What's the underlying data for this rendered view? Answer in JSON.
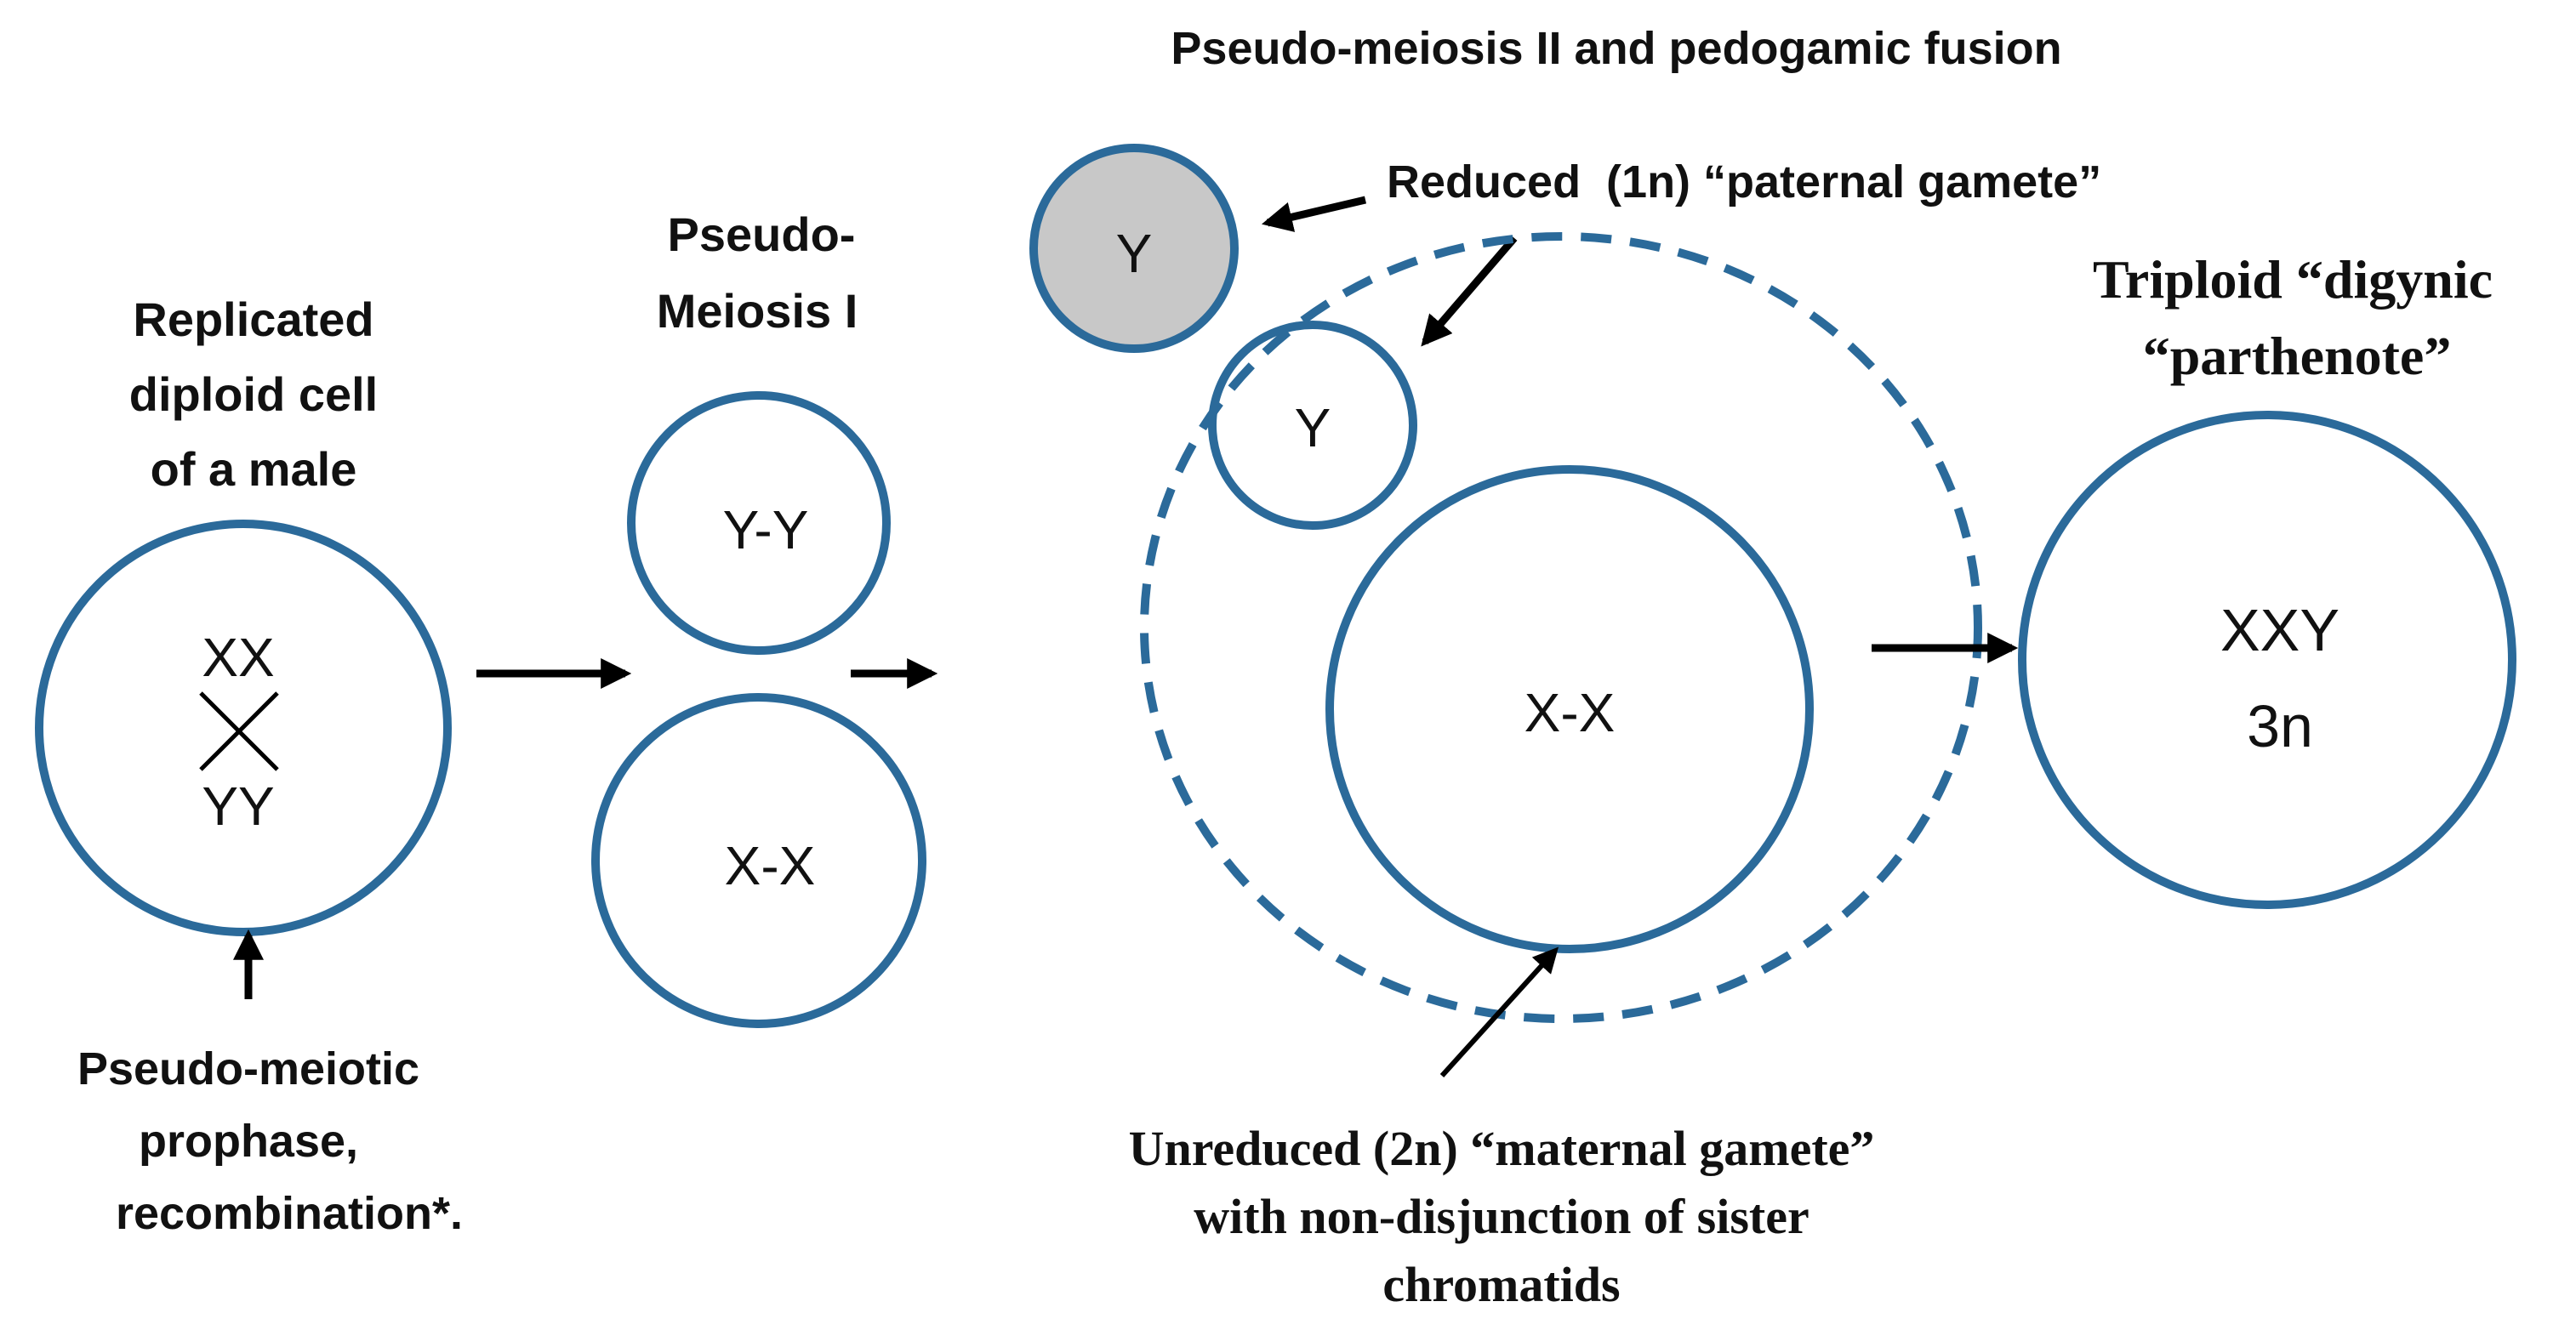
{
  "title": "Pseudo-meiosis II and pedogamic fusion",
  "stage1": {
    "label_lines": [
      "Replicated",
      "diploid cell",
      "of a male"
    ],
    "top_chromosomes": "XX",
    "bottom_chromosomes": "YY",
    "prophase_lines": [
      "Pseudo-meiotic",
      "prophase,",
      "recombination*."
    ]
  },
  "stage2": {
    "label_lines": [
      "Pseudo-",
      "Meiosis I"
    ],
    "upper_cell": "Y-Y",
    "lower_cell": "X-X"
  },
  "stage3": {
    "gray_cell": "Y",
    "small_cell": "Y",
    "large_cell": "X-X",
    "paternal_label": "Reduced  (1n) “paternal gamete”",
    "maternal_label_lines": [
      "Unreduced (2n) “maternal gamete”",
      "with non-disjunction of sister",
      "chromatids"
    ]
  },
  "stage4": {
    "label_lines": [
      "Triploid “digynic",
      "“parthenote”"
    ],
    "cell_line1": "XXY",
    "cell_line2": "3n"
  },
  "colors": {
    "cell_border": "#2b6a9a",
    "gamete_fill": "#c8c8c8"
  }
}
